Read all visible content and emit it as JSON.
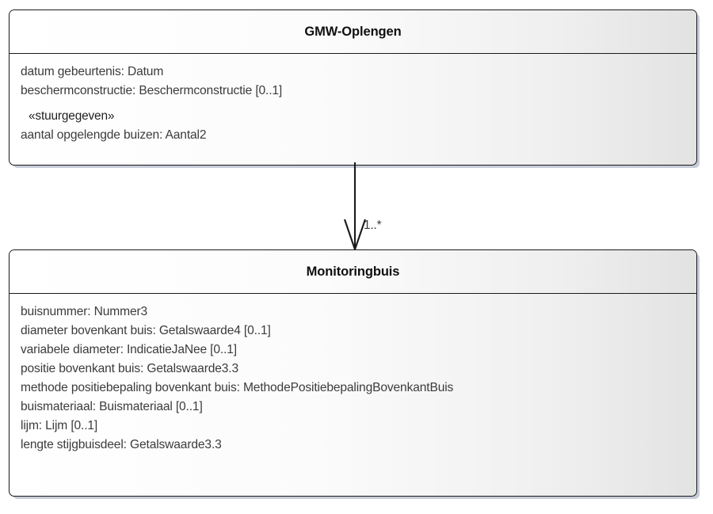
{
  "diagram": {
    "type": "uml-class-diagram",
    "background_color": "#ffffff",
    "line_color": "#1a1a1a",
    "text_color": "#3b3b3b",
    "shadow_color": "#c6cbd8",
    "classes": [
      {
        "id": "gmw-oplengen",
        "name": "GMW-Oplengen",
        "attributes": [
          {
            "text": "datum gebeurtenis: Datum",
            "stereotype": false
          },
          {
            "text": "beschermconstructie: Beschermconstructie [0..1]",
            "stereotype": false
          },
          {
            "text": "«stuurgegeven»",
            "stereotype": true
          },
          {
            "text": "aantal opgelengde buizen: Aantal2",
            "stereotype": false
          }
        ]
      },
      {
        "id": "monitoringbuis",
        "name": "Monitoringbuis",
        "attributes": [
          {
            "text": "buisnummer: Nummer3",
            "stereotype": false
          },
          {
            "text": "diameter bovenkant buis: Getalswaarde4 [0..1]",
            "stereotype": false
          },
          {
            "text": "variabele diameter: IndicatieJaNee [0..1]",
            "stereotype": false
          },
          {
            "text": "positie bovenkant buis: Getalswaarde3.3",
            "stereotype": false
          },
          {
            "text": "methode positiebepaling bovenkant buis: MethodePositiebepalingBovenkantBuis",
            "stereotype": false
          },
          {
            "text": "buismateriaal: Buismateriaal [0..1]",
            "stereotype": false
          },
          {
            "text": "lijm: Lijm [0..1]",
            "stereotype": false
          },
          {
            "text": "lengte stijgbuisdeel: Getalswaarde3.3",
            "stereotype": false
          }
        ]
      }
    ],
    "associations": [
      {
        "id": "oplengen-to-monitoringbuis",
        "source": "gmw-oplengen",
        "target": "monitoringbuis",
        "arrow": "open",
        "target_multiplicity": "1..*"
      }
    ]
  }
}
